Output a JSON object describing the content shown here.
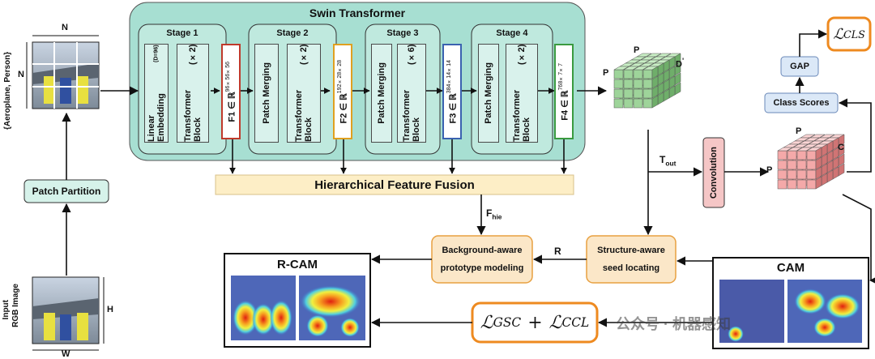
{
  "swin": {
    "title": "Swin Transformer",
    "stages": [
      {
        "title": "Stage 1",
        "block_a": "Linear Embedding",
        "block_a_note": "(D=96)",
        "block_b": "Transformer Block",
        "block_b_note": "(×2)",
        "feature": "F1 ∈ ℝ",
        "feature_dims": "96×56×56"
      },
      {
        "title": "Stage 2",
        "block_a": "Patch Merging",
        "block_b": "Transformer Block",
        "block_b_note": "(×2)",
        "feature": "F2 ∈ ℝ",
        "feature_dims": "192×28×28"
      },
      {
        "title": "Stage 3",
        "block_a": "Patch Merging",
        "block_b": "Transformer Block",
        "block_b_note": "(×6)",
        "feature": "F3 ∈ ℝ",
        "feature_dims": "384×14×14"
      },
      {
        "title": "Stage 4",
        "block_a": "Patch Merging",
        "block_b": "Transformer Block",
        "block_b_note": "(×2)",
        "feature": "F4 ∈ ℝ",
        "feature_dims": "768×7×7"
      }
    ]
  },
  "input": {
    "top_label": "N",
    "side_label": "N",
    "classes": "{Aeroplane, Person}",
    "bottom_width": "W",
    "bottom_height": "H",
    "input_label": "Input",
    "rgb_label": "RGB Image"
  },
  "patch_partition": "Patch Partition",
  "hff": "Hierarchical Feature Fusion",
  "f_hie": "F",
  "f_hie_sub": "hie",
  "t_out": "T",
  "t_out_sub": "out",
  "r_label": "R",
  "tensor_p_top": "P",
  "tensor_p_side": "P",
  "tensor_d": "D",
  "tensor_d_prime": "'",
  "convolution": "Convolution",
  "cam_tensor_p_top": "P",
  "cam_tensor_p_side": "P",
  "cam_tensor_c": "C",
  "class_scores": "Class Scores",
  "gap": "GAP",
  "loss_cls": "ℒ",
  "loss_cls_sub": "CLS",
  "bg_proto_line1": "Background-aware",
  "bg_proto_line2": "prototype modeling",
  "seed_line1": "Structure-aware",
  "seed_line2": "seed locating",
  "rcam_title": "R-CAM",
  "cam_title": "CAM",
  "loss_gsc": "ℒ",
  "loss_gsc_sub": "GSC",
  "plus": "+",
  "loss_ccl": "ℒ",
  "loss_ccl_sub": "CCL",
  "watermark": "公众号 · 机器感知",
  "colors": {
    "swin_bg": "#a7dfd2",
    "inner_bg": "#d9f2ec",
    "f1": "#c0392b",
    "f2": "#e0a020",
    "f3": "#3a62b0",
    "f4": "#3a9a40",
    "hff_bg": "#fdeec6",
    "orange_box": "#fbe7c8",
    "orange_border": "#e8a040",
    "blue_box": "#dbe8f7",
    "conv": "#f5c6c6",
    "loss_border": "#ee8a20"
  }
}
